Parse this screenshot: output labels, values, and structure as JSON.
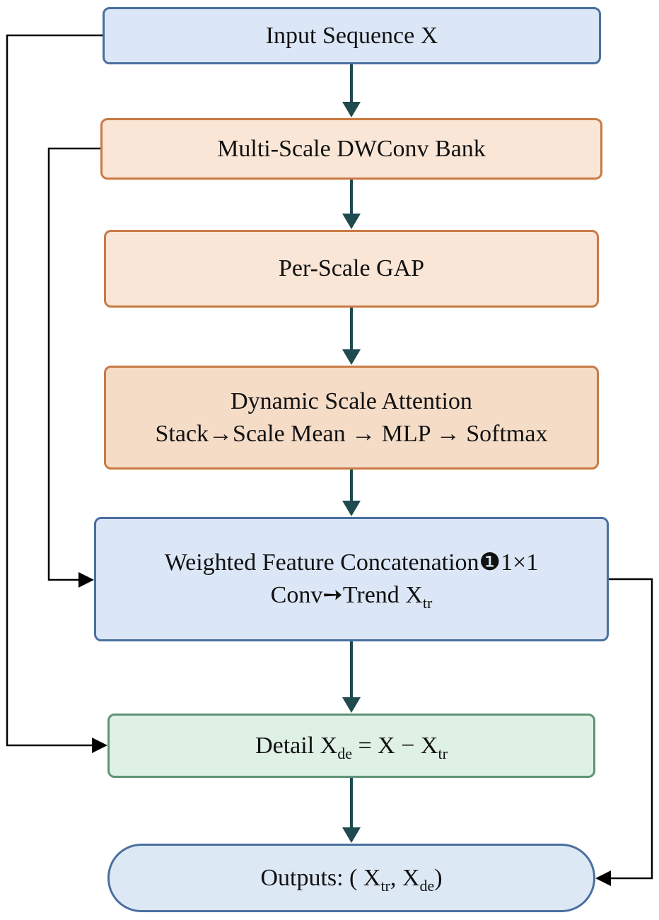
{
  "nodes": {
    "input": {
      "label": "Input Sequence X"
    },
    "dwconv": {
      "label": "Multi-Scale DWConv Bank"
    },
    "gap": {
      "label": "Per-Scale GAP"
    },
    "attention": {
      "line1": "Dynamic Scale Attention",
      "line2": "Stack→Scale Mean → MLP → Softmax"
    },
    "weighted": {
      "line1": "Weighted Feature Concatenation❶1×1",
      "line2_prefix": "Conv➙Trend X",
      "line2_sub": "tr"
    },
    "detail": {
      "prefix": "Detail X",
      "sub1": "de",
      "middle": " = X − X",
      "sub2": "tr"
    },
    "outputs": {
      "prefix": "Outputs: ( X",
      "sub1": "tr",
      "middle": ", X",
      "sub2": "de",
      "suffix": ")"
    }
  },
  "colors": {
    "arrow_main": "#1f4a4f",
    "arrow_skip": "#000000",
    "blue_fill": "#dbe7f6",
    "blue_border": "#4a6f9f",
    "orange_fill": "#f9e6d6",
    "orange_border": "#c97a44",
    "green_fill": "#dff0e5",
    "green_border": "#5e9476"
  }
}
